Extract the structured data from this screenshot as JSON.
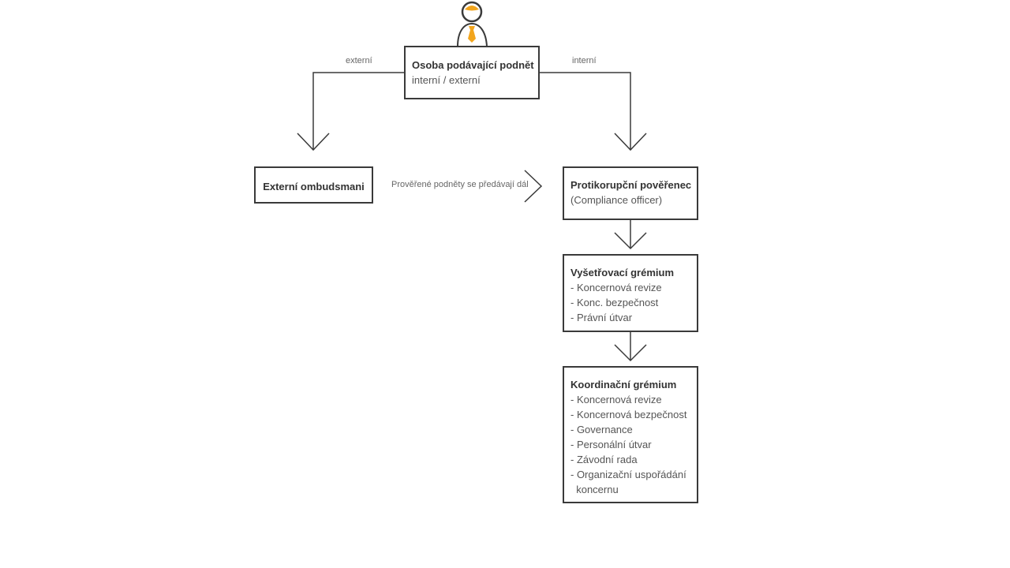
{
  "sender": {
    "title": "Osoba podávající podnět",
    "subtitle": "interní / externí"
  },
  "labels": {
    "external_path": "externí",
    "internal_path": "interní",
    "forwarded": "Prověřené podněty se předávají dál"
  },
  "external_box": {
    "title": "Externí ombudsmani"
  },
  "compliance_box": {
    "title": "Protikorupční pověřenec",
    "subtitle": "(Compliance officer)"
  },
  "investigation_box": {
    "title": "Vyšetřovací grémium",
    "items": [
      "- Koncernová revize",
      "- Konc. bezpečnost",
      "- Právní útvar"
    ]
  },
  "coordination_box": {
    "title": "Koordinační grémium",
    "items": [
      "- Koncernová revize",
      "- Koncernová bezpečnost",
      "- Governance",
      "- Personální útvar",
      "- Závodní rada",
      "- Organizační uspořádání",
      "  koncernu"
    ]
  },
  "colors": {
    "line": "#3a3a3a",
    "accent": "#f2a51d"
  },
  "icons": {
    "person": "person-with-tie-icon"
  }
}
